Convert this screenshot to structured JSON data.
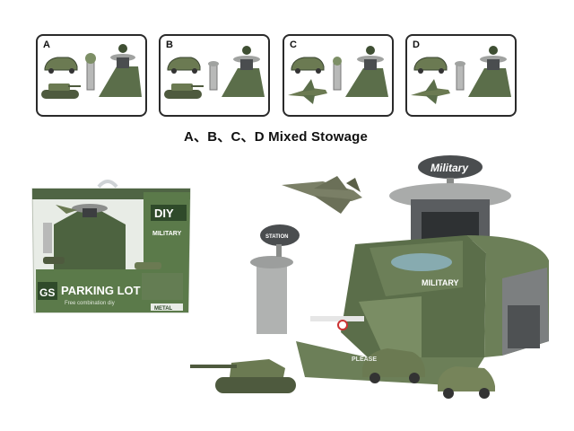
{
  "options": [
    {
      "letter": "A",
      "vehicles": [
        "car",
        "tank"
      ]
    },
    {
      "letter": "B",
      "vehicles": [
        "car",
        "tank"
      ]
    },
    {
      "letter": "C",
      "vehicles": [
        "car",
        "jet"
      ]
    },
    {
      "letter": "D",
      "vehicles": [
        "car",
        "jet"
      ]
    }
  ],
  "caption": "A、B、C、D Mixed Stowage",
  "box": {
    "brand": "GS",
    "title": "PARKING LOT",
    "subtitle": "Free combination diy",
    "diy_badge": "DIY",
    "side_label": "MILITARY",
    "metal_label": "METAL"
  },
  "playset": {
    "sign": "Military",
    "station_sign": "STATION",
    "garage_label": "MILITARY",
    "ramp_label": "PLEASE"
  },
  "colors": {
    "army_green": "#5b6e4a",
    "dark_green": "#3f4f33",
    "light_green": "#7d8f66",
    "gray": "#9a9c9a",
    "dark_gray": "#4a4d4f"
  }
}
